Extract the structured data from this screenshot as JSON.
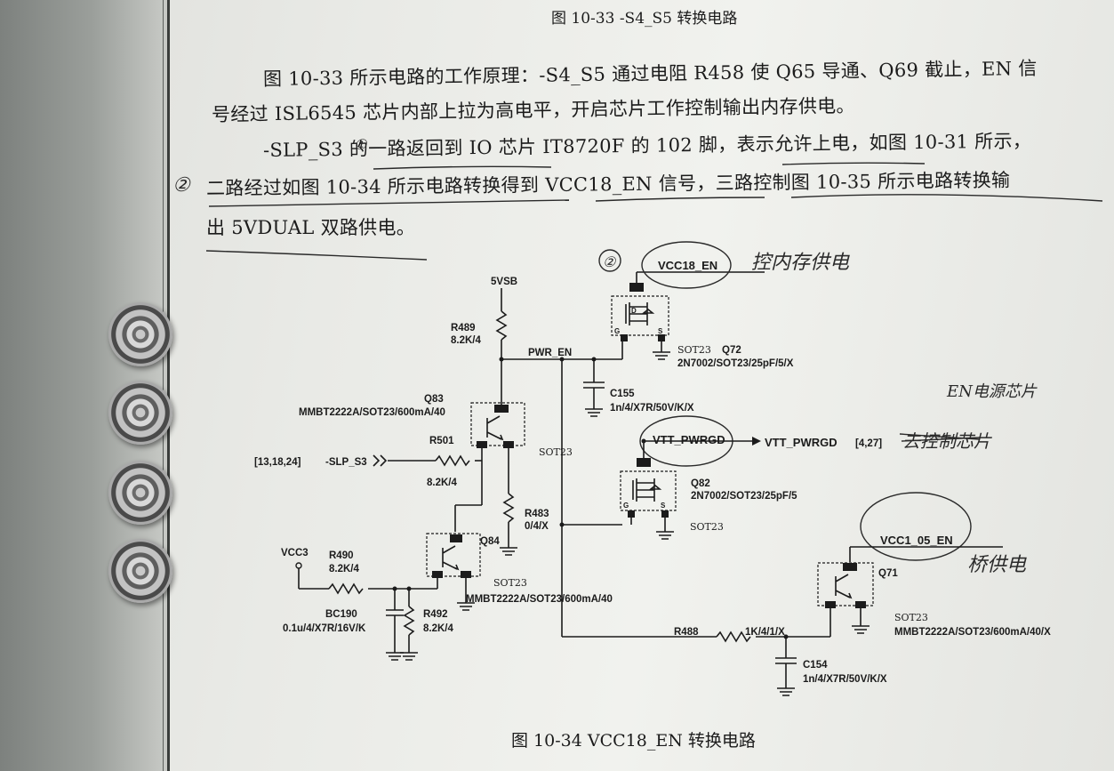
{
  "caption_top": "图 10-33    -S4_S5 转换电路",
  "paragraph": {
    "line1": "图 10-33 所示电路的工作原理：-S4_S5 通过电阻 R458 使 Q65 导通、Q69 截止，EN 信",
    "line2": "号经过 ISL6545 芯片内部上拉为高电平，开启芯片工作控制输出内存供电。",
    "line3": "-SLP_S3 的一路返回到 IO 芯片 IT8720F 的 102 脚，表示允许上电，如图 10-31 所示，",
    "line4": "二路经过如图 10-34 所示电路转换得到 VCC18_EN 信号，三路控制图 10-35 所示电路转换输",
    "line5": "出 5VDUAL 双路供电。"
  },
  "caption_bottom": "图 10-34    VCC18_EN 转换电路",
  "schematic": {
    "rails": {
      "vsb": "5VSB",
      "vcc3": "VCC3"
    },
    "nets": {
      "pwr_en": "PWR_EN",
      "vcc18_en": "VCC18_EN",
      "vtt_pwrgd": "VTT_PWRGD",
      "vtt_pwrgd_out": "VTT_PWRGD",
      "vtt_pwrgd_ref": "[4,27]",
      "vcc1_05_en": "VCC1_05_EN",
      "slp_s3": "-SLP_S3",
      "slp_s3_ref": "[13,18,24]"
    },
    "components": {
      "r489": {
        "name": "R489",
        "value": "8.2K/4"
      },
      "q83": {
        "name": "Q83",
        "value": "MMBT2222A/SOT23/600mA/40"
      },
      "r501": {
        "name": "R501",
        "value": "8.2K/4"
      },
      "r483": {
        "name": "R483",
        "value": "0/4/X"
      },
      "r490": {
        "name": "R490",
        "value": "8.2K/4"
      },
      "bc190": {
        "name": "BC190",
        "value": "0.1u/4/X7R/16V/K"
      },
      "r492": {
        "name": "R492",
        "value": "8.2K/4"
      },
      "q84": {
        "name": "Q84",
        "package": "SOT23",
        "value": "MMBT2222A/SOT23/600mA/40"
      },
      "c155": {
        "name": "C155",
        "value": "1n/4/X7R/50V/K/X"
      },
      "q72": {
        "name": "Q72",
        "package": "SOT23",
        "value": "2N7002/SOT23/25pF/5/X"
      },
      "q82": {
        "name": "Q82",
        "package": "SOT23",
        "value": "2N7002/SOT23/25pF/5"
      },
      "q83_pkg": "SOT23",
      "r488": {
        "name": "R488",
        "value": "1K/4/1/X"
      },
      "c154": {
        "name": "C154",
        "value": "1n/4/X7R/50V/K/X"
      },
      "q71": {
        "name": "Q71",
        "package": "SOT23",
        "value": "MMBT2222A/SOT23/600mA/40/X"
      }
    },
    "pins": {
      "d": "D",
      "g": "G",
      "s": "S"
    }
  },
  "annotations": {
    "circle_num_1": "①",
    "circle_num_2": "②",
    "circle_num_3": "②",
    "hand_vcc18": "控内存供电",
    "hand_en": "EN电源芯片",
    "hand_vtt": "去控制芯片",
    "hand_vcc105": "桥供电"
  },
  "colors": {
    "ink": "#1b1b1b",
    "paper": "#eeefeb",
    "pencil": "#2a2a2a"
  }
}
